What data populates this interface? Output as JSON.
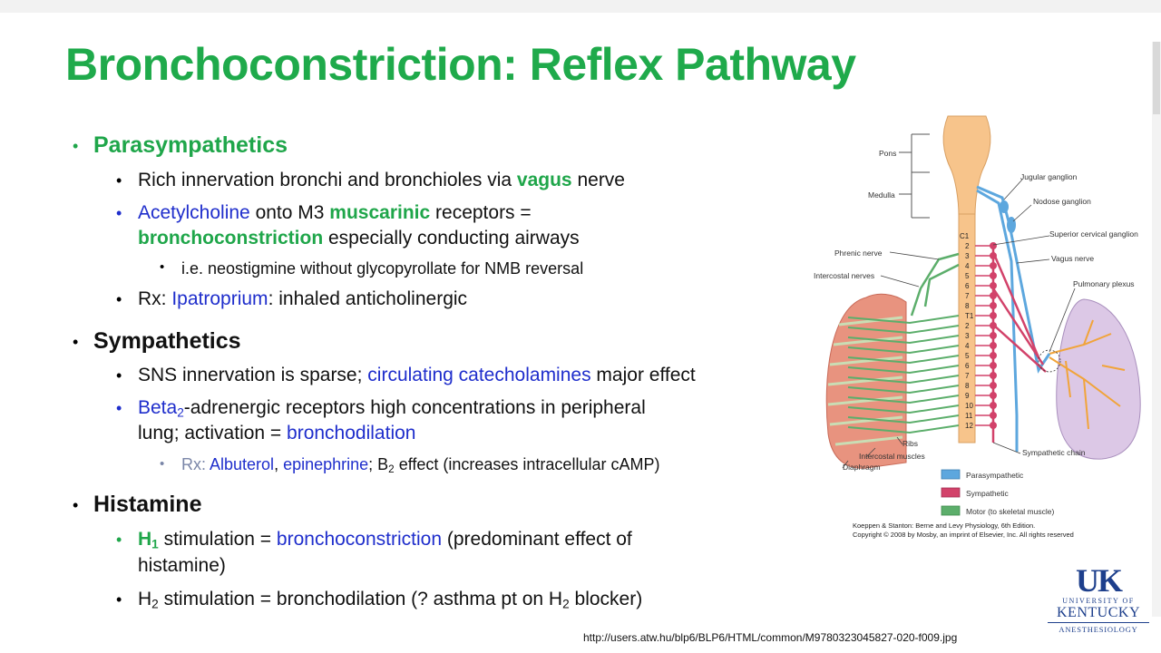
{
  "slide": {
    "title": "Bronchoconstriction: Reflex Pathway",
    "url": "http://users.atw.hu/blp6/BLP6/HTML/common/M9780323045827-020-f009.jpg"
  },
  "sections": {
    "parasympathetics": {
      "heading": "Parasympathetics",
      "item1": {
        "t1": "Rich innervation bronchi and bronchioles via ",
        "t2": "vagus",
        "t3": " nerve"
      },
      "item2": {
        "t1": "Acetylcholine",
        "t2": " onto M3 ",
        "t3": "muscarinic",
        "t4": " receptors =",
        "t5": "bronchoconstriction",
        "t6": " especially conducting airways"
      },
      "item2_sub": "i.e. neostigmine without glycopyrollate for NMB reversal",
      "item3": {
        "t1": "Rx: ",
        "t2": "Ipatroprium",
        "t3": ": inhaled anticholinergic"
      }
    },
    "sympathetics": {
      "heading": "Sympathetics",
      "item1": {
        "t1": "SNS innervation is sparse; ",
        "t2": "circulating catecholamines",
        "t3": " major effect"
      },
      "item2": {
        "t1": "Beta",
        "t2": "2",
        "t3": "-adrenergic receptors high concentrations in peripheral",
        "t4": "lung; activation = ",
        "t5": "bronchodilation"
      },
      "item2_sub": {
        "t1": "Rx: ",
        "t2": "Albuterol",
        "t3": ", ",
        "t4": "epinephrine",
        "t5": "; B",
        "t6": "2",
        "t7": " effect (increases intracellular cAMP)"
      }
    },
    "histamine": {
      "heading": "Histamine",
      "item1": {
        "t1": "H",
        "t2": "1",
        "t3": " stimulation = ",
        "t4": "bronchoconstriction",
        "t5": " (predominant effect of",
        "t6": "histamine)"
      },
      "item2": {
        "t1": "H",
        "t2": "2",
        "t3": " stimulation = bronchodilation (? asthma pt on H",
        "t4": "2",
        "t5": " blocker)"
      }
    }
  },
  "figure": {
    "labels": {
      "pons": "Pons",
      "medulla": "Medulla",
      "phrenic": "Phrenic nerve",
      "intercostal_nerves": "Intercostal nerves",
      "jugular": "Jugular ganglion",
      "nodose": "Nodose ganglion",
      "superior_cervical": "Superior cervical ganglion",
      "vagus": "Vagus nerve",
      "pulmonary": "Pulmonary plexus",
      "ribs": "Ribs",
      "intercostal_muscles": "Intercostal muscles",
      "diaphragm": "Diaphragm",
      "sympathetic_chain": "Sympathetic chain"
    },
    "levels": [
      "C1",
      "2",
      "3",
      "4",
      "5",
      "6",
      "7",
      "8",
      "T1",
      "2",
      "3",
      "4",
      "5",
      "6",
      "7",
      "8",
      "9",
      "10",
      "11",
      "12"
    ],
    "legend": [
      {
        "label": "Parasympathetic",
        "color": "#5da7de"
      },
      {
        "label": "Sympathetic",
        "color": "#d2426a"
      },
      {
        "label": "Motor (to skeletal muscle)",
        "color": "#5cae6b"
      }
    ],
    "caption_line1": "Koeppen & Stanton: Berne and Levy Physiology, 6th Edition.",
    "caption_line2": "Copyright © 2008 by Mosby, an imprint of Elsevier, Inc. All rights reserved"
  },
  "logo": {
    "mark": "UK",
    "university": "UNIVERSITY OF",
    "name": "KENTUCKY",
    "dept": "ANESTHESIOLOGY"
  },
  "colors": {
    "title_green": "#1faa4b",
    "accent_blue": "#1f2ecc",
    "accent_green": "#1fa64a"
  }
}
